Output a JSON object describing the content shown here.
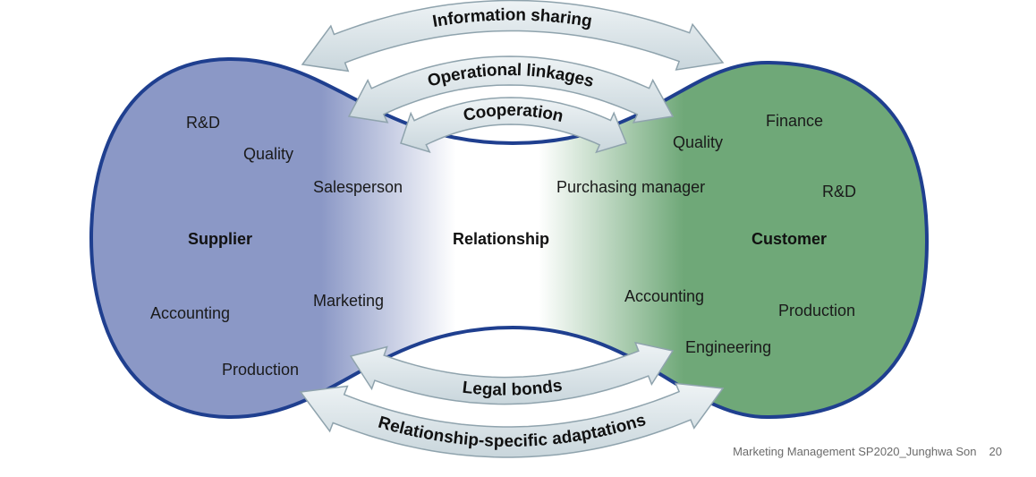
{
  "diagram": {
    "supplier": {
      "title": "Supplier",
      "functions": [
        "R&D",
        "Quality",
        "Salesperson",
        "Marketing",
        "Accounting",
        "Production"
      ]
    },
    "relationship": {
      "title": "Relationship"
    },
    "customer": {
      "title": "Customer",
      "functions": [
        "Finance",
        "Quality",
        "Purchasing manager",
        "R&D",
        "Accounting",
        "Production",
        "Engineering"
      ]
    },
    "top_arrows": [
      "Information sharing",
      "Operational linkages",
      "Cooperation"
    ],
    "bottom_arrows": [
      "Legal bonds",
      "Relationship-specific adaptations"
    ],
    "colors": {
      "supplier": "#8b98c6",
      "customer": "#6fa878",
      "outline": "#1f3f8f",
      "arrow_fill": "#dde6ea",
      "arrow_stroke": "#8fa3ad"
    }
  },
  "footer": {
    "course": "Marketing Management SP2020_Junghwa Son",
    "page": "20"
  }
}
